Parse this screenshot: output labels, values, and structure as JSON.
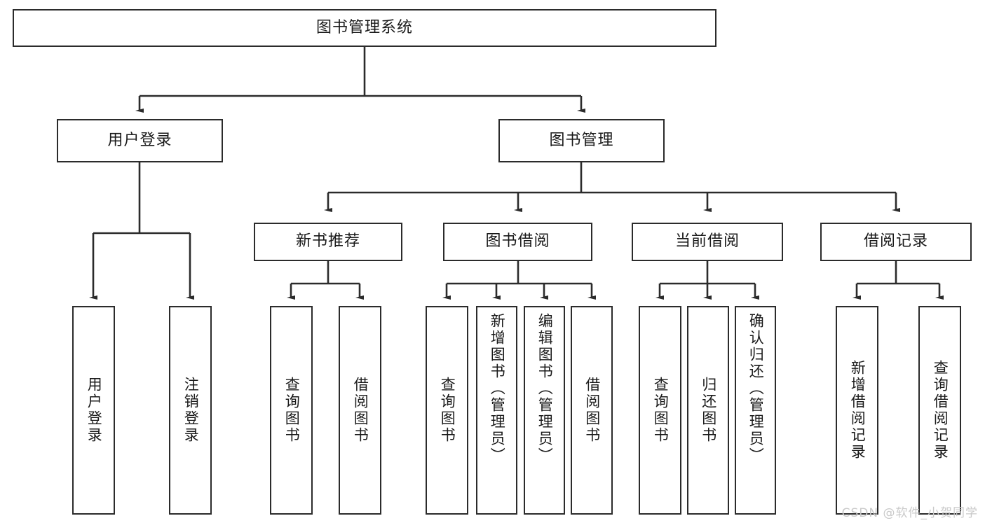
{
  "diagram": {
    "title": "图书管理系统",
    "type": "tree",
    "orientation": "top-down"
  },
  "root": {
    "label": "图书管理系统"
  },
  "level2": [
    {
      "label": "用户登录"
    },
    {
      "label": "图书管理"
    }
  ],
  "level3": [
    {
      "label": "新书推荐"
    },
    {
      "label": "图书借阅"
    },
    {
      "label": "当前借阅"
    },
    {
      "label": "借阅记录"
    }
  ],
  "leaves": {
    "user_login": [
      {
        "label": "用户登录"
      },
      {
        "label": "注销登录"
      }
    ],
    "new_book_recommend": [
      {
        "label": "查询图书"
      },
      {
        "label": "借阅图书"
      }
    ],
    "book_borrow": [
      {
        "label": "查询图书"
      },
      {
        "label": "新增图书（管理员）"
      },
      {
        "label": "编辑图书（管理员）"
      },
      {
        "label": "借阅图书"
      }
    ],
    "current_borrow": [
      {
        "label": "查询图书"
      },
      {
        "label": "归还图书"
      },
      {
        "label": "确认归还（管理员）"
      }
    ],
    "borrow_record": [
      {
        "label": "新增借阅记录"
      },
      {
        "label": "查询借阅记录"
      }
    ]
  },
  "watermark": {
    "text": "CSDN @软件_小贺同学"
  },
  "colors": {
    "stroke": "#2b2b2b",
    "background": "#ffffff",
    "text": "#1a1a1a",
    "watermark": "#c9c9c9"
  }
}
